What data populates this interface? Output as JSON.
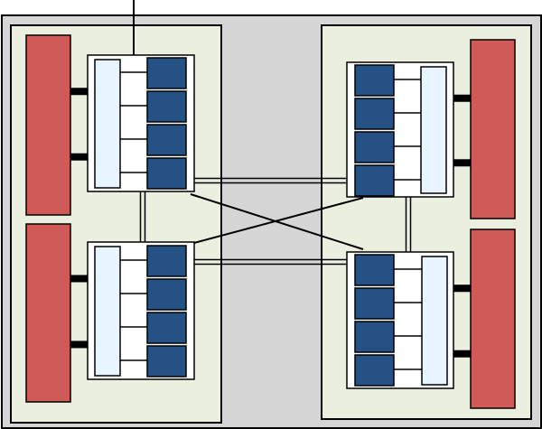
{
  "colors": {
    "frame": "#d6d6d6",
    "panel": "#ebefdf",
    "module": "#cf5a57",
    "chip": "#ffffff",
    "hub": "#e8f4ff",
    "core": "#265185",
    "line": "#000000"
  },
  "chips": [
    {
      "id": "top-left",
      "cores": 4
    },
    {
      "id": "bottom-left",
      "cores": 4
    },
    {
      "id": "top-right",
      "cores": 4
    },
    {
      "id": "bottom-right",
      "cores": 4
    }
  ]
}
